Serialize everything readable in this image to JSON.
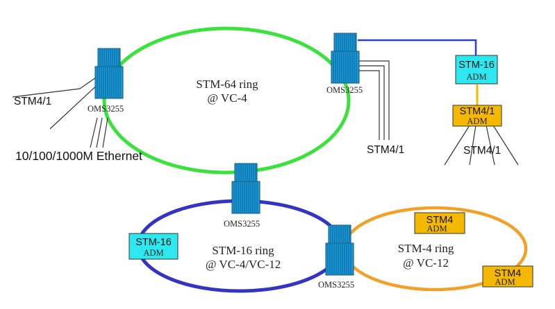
{
  "rings": {
    "stm64": {
      "line1": "STM-64 ring",
      "line2": "@ VC-4",
      "color": "#3be23b"
    },
    "stm16": {
      "line1": "STM-16 ring",
      "line2": "@ VC-4/VC-12",
      "color": "#3333c4"
    },
    "stm4": {
      "line1": "STM-4 ring",
      "line2": "@ VC-12",
      "color": "#f2a126"
    }
  },
  "nodes": {
    "left": {
      "label": "OMS3255"
    },
    "right": {
      "label": "OMS3255"
    },
    "bottom": {
      "label": "OMS3255"
    },
    "junction": {
      "label": "OMS3255"
    }
  },
  "boxes": {
    "stm16_top": {
      "line1": "STM-16",
      "line2": "ADM",
      "fill": "#2ee8f0"
    },
    "stm41_right": {
      "line1": "STM4/1",
      "line2": "ADM",
      "fill": "#f5b800"
    },
    "stm16_left": {
      "line1": "STM-16",
      "line2": "ADM",
      "fill": "#2ee8f0"
    },
    "stm4_top": {
      "line1": "STM4",
      "line2": "ADM",
      "fill": "#f5b800"
    },
    "stm4_bottom": {
      "line1": "STM4",
      "line2": "ADM",
      "fill": "#f5b800"
    }
  },
  "labels": {
    "stm41_left": "STM4/1",
    "ethernet": "10/100/1000M Ethernet",
    "stm41_mid": "STM4/1",
    "stm41_far": "STM4/1"
  },
  "colors": {
    "oms_fill": "#1a9bd6",
    "oms_stripe": "#0b5f95",
    "uplink": "#2a3fd1",
    "adm_link": "#f5b800"
  }
}
